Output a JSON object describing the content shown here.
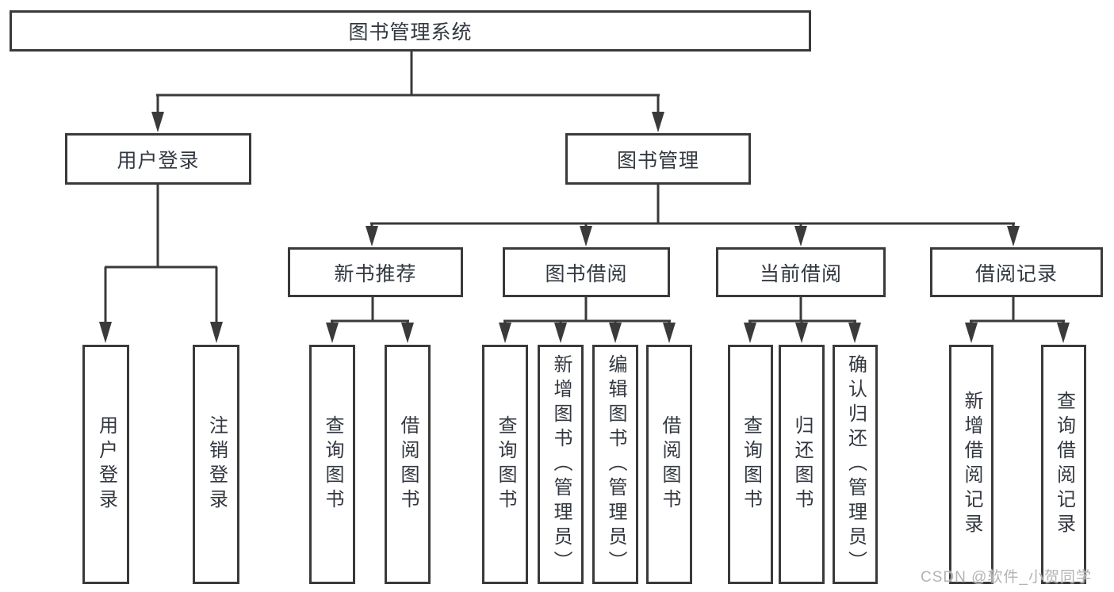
{
  "diagram_title": "图书管理系统",
  "colors": {
    "line": "#3a3a3a",
    "box_border": "#3a3a3a",
    "text": "#333840",
    "watermark": "#b3b3b3",
    "background": "#ffffff"
  },
  "tree": {
    "root": {
      "label": "图书管理系统"
    },
    "children": [
      {
        "label": "用户登录",
        "children": [
          {
            "label": "用户登录"
          },
          {
            "label": "注销登录"
          }
        ]
      },
      {
        "label": "图书管理",
        "children": [
          {
            "label": "新书推荐",
            "children": [
              {
                "label": "查询图书"
              },
              {
                "label": "借阅图书"
              }
            ]
          },
          {
            "label": "图书借阅",
            "children": [
              {
                "label": "查询图书"
              },
              {
                "label": "新增图书（管理员）"
              },
              {
                "label": "编辑图书（管理员）"
              },
              {
                "label": "借阅图书"
              }
            ]
          },
          {
            "label": "当前借阅",
            "children": [
              {
                "label": "查询图书"
              },
              {
                "label": "归还图书"
              },
              {
                "label": "确认归还（管理员）"
              }
            ]
          },
          {
            "label": "借阅记录",
            "children": [
              {
                "label": "新增借阅记录"
              },
              {
                "label": "查询借阅记录"
              }
            ]
          }
        ]
      }
    ]
  },
  "watermark": "CSDN @软件_小贺同学"
}
